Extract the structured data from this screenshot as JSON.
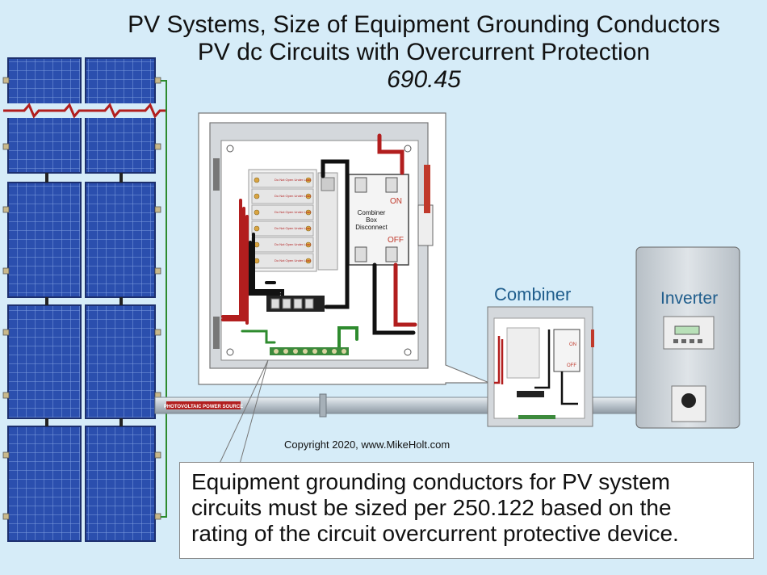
{
  "title": {
    "line1": "PV Systems, Size of Equipment Grounding Conductors",
    "line2": "PV dc Circuits with Overcurrent Protection",
    "line3": "690.45"
  },
  "labels": {
    "combiner": "Combiner",
    "inverter": "Inverter",
    "disconnect_line1": "Combiner",
    "disconnect_line2": "Box",
    "disconnect_line3": "Disconnect",
    "on": "ON",
    "off": "OFF",
    "small_on": "ON",
    "small_off": "OFF",
    "raceway_label": "PHOTOVOLTAIC POWER SOURCE",
    "fuse_tag": "Do Not Open Under Load",
    "copyright": "Copyright 2020, www.MikeHolt.com"
  },
  "callout": {
    "line1": "Equipment grounding conductors for PV system",
    "line2": "circuits must be sized per 250.122 based on the",
    "line3": "rating of the circuit overcurrent protective device."
  },
  "colors": {
    "background": "#d6ecf8",
    "panel_blue": "#2b4fae",
    "wire_red": "#b21e1e",
    "wire_green": "#2e8b2e",
    "wire_black": "#111111",
    "label_blue": "#1f5d8c",
    "on_off_red": "#c0392b"
  }
}
